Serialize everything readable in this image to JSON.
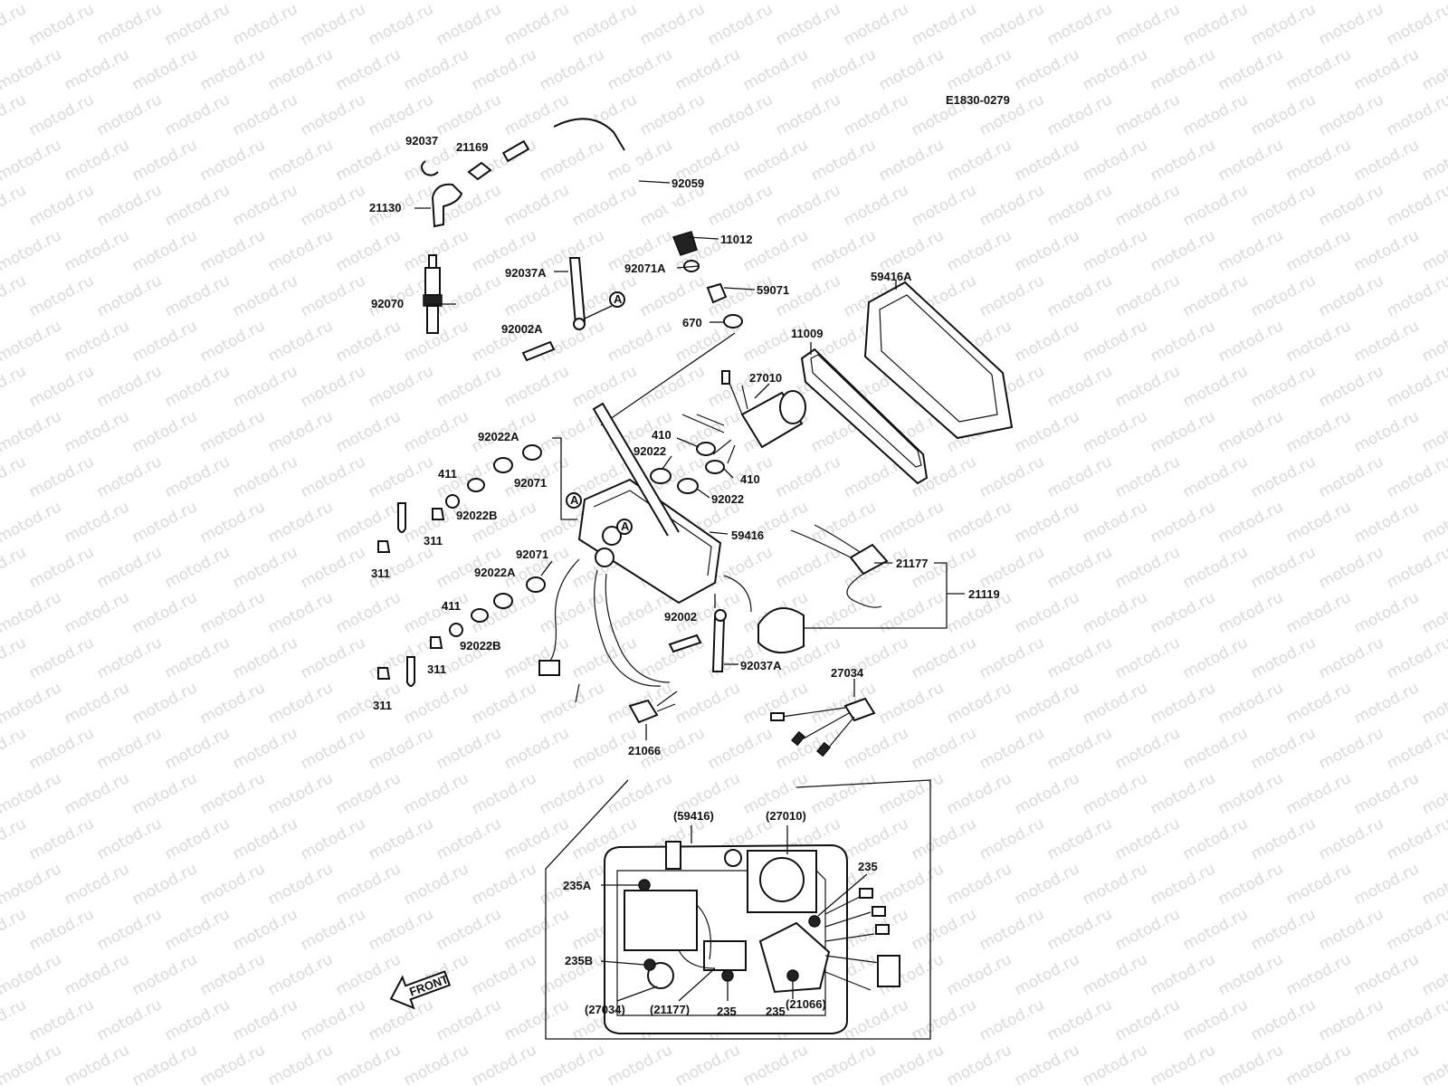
{
  "diagram": {
    "code": "E1830-0279",
    "watermark": "motod.ru",
    "front_label": "FRONT",
    "ref_marker": "A",
    "labels": {
      "p92037": "92037",
      "p21169": "21169",
      "p21130": "21130",
      "p92059": "92059",
      "p11012": "11012",
      "p92071A": "92071A",
      "p59071": "59071",
      "p670": "670",
      "p92037A_top": "92037A",
      "p92002A": "92002A",
      "p92070": "92070",
      "p59416A": "59416A",
      "p11009": "11009",
      "p27010": "27010",
      "p410_top": "410",
      "p92022_top": "92022",
      "p410_bot": "410",
      "p92022_bot": "92022",
      "p92022A_top": "92022A",
      "p92071_top": "92071",
      "p411_top": "411",
      "p92022B_top": "92022B",
      "p311_a": "311",
      "p311_b": "311",
      "p59416": "59416",
      "p92071_mid": "92071",
      "p92022A_mid": "92022A",
      "p411_bot": "411",
      "p92022B_bot": "92022B",
      "p311_c": "311",
      "p311_d": "311",
      "p21177": "21177",
      "p21119": "21119",
      "p92002": "92002",
      "p92037A_bot": "92037A",
      "p27034": "27034",
      "p21066": "21066",
      "inset_59416": "(59416)",
      "inset_27010": "(27010)",
      "inset_235": "235",
      "inset_235A": "235A",
      "inset_235B": "235B",
      "inset_27034": "(27034)",
      "inset_21177": "(21177)",
      "inset_235_b1": "235",
      "inset_235_b2": "235",
      "inset_21066": "(21066)"
    }
  }
}
